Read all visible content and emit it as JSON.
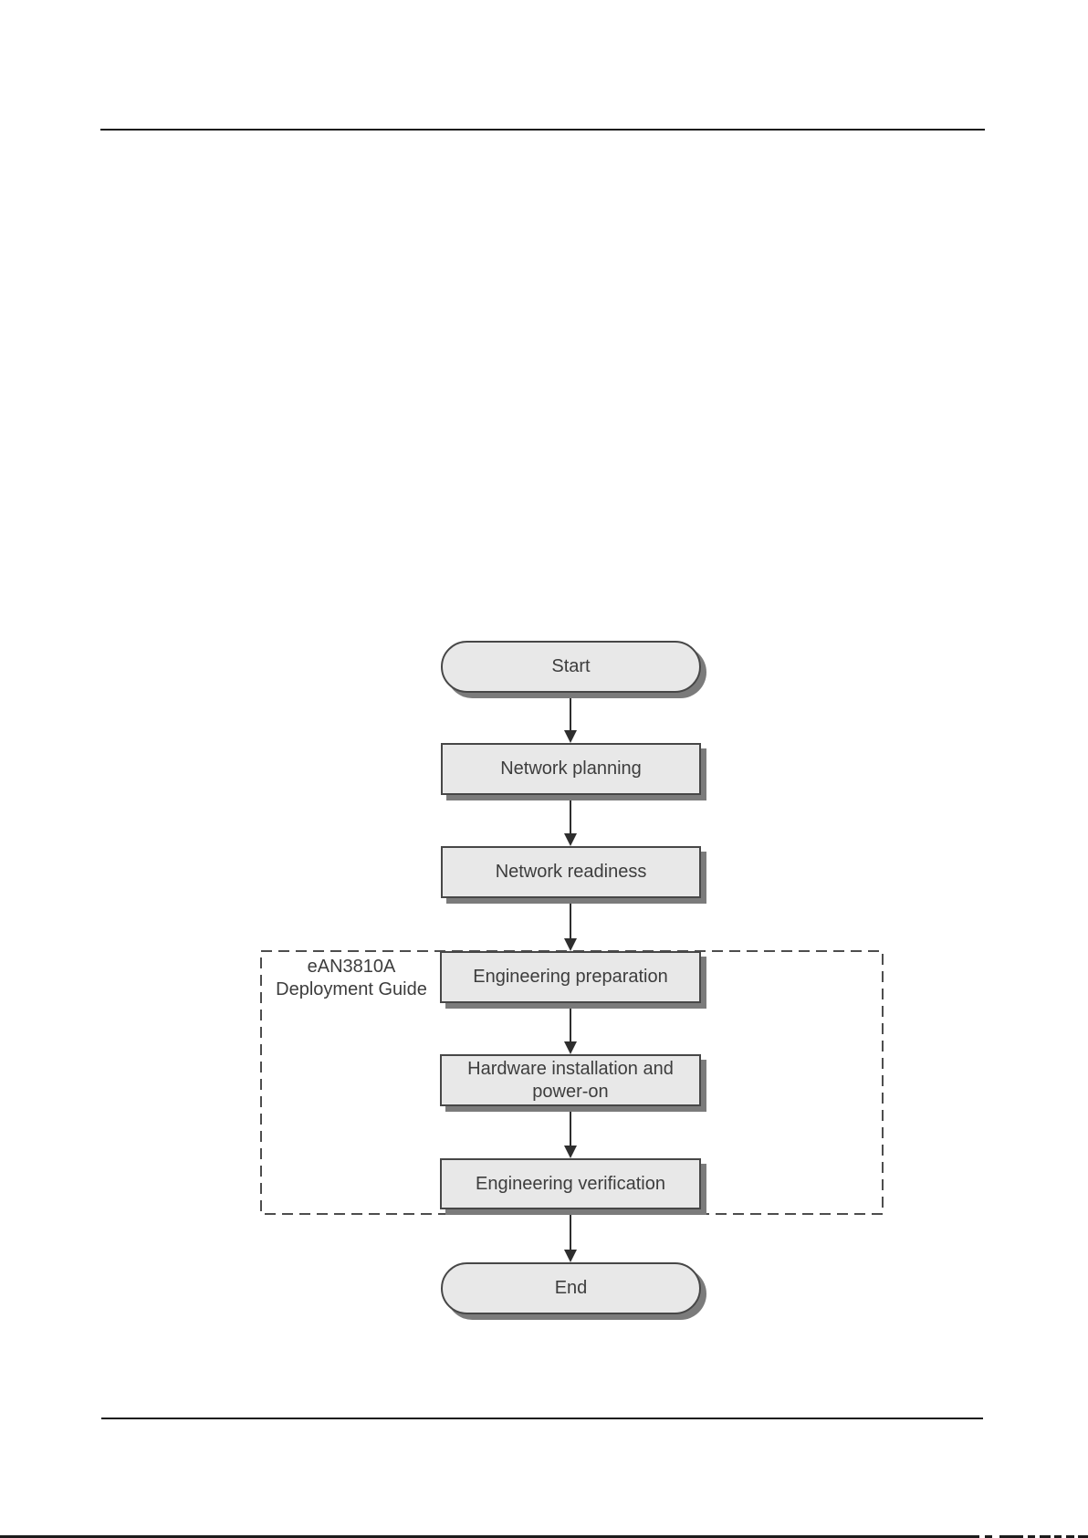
{
  "flowchart": {
    "nodes": [
      {
        "id": "start",
        "type": "terminator",
        "label": "Start"
      },
      {
        "id": "network-planning",
        "type": "process",
        "label": "Network planning"
      },
      {
        "id": "network-readiness",
        "type": "process",
        "label": "Network readiness"
      },
      {
        "id": "engineering-preparation",
        "type": "process",
        "label": "Engineering preparation"
      },
      {
        "id": "hardware-installation",
        "type": "process",
        "label_line1": "Hardware installation and",
        "label_line2": "power-on"
      },
      {
        "id": "engineering-verification",
        "type": "process",
        "label": "Engineering verification"
      },
      {
        "id": "end",
        "type": "terminator",
        "label": "End"
      }
    ],
    "group_label": {
      "line1": "eAN3810A",
      "line2": "Deployment Guide"
    }
  },
  "colors": {
    "node_fill": "#e8e8e8",
    "node_border": "#474747",
    "node_shadow": "#7b7b7b",
    "text": "#3d3d3d",
    "dashed_border": "#4d4d4d",
    "rule": "#1a1a1a",
    "arrow": "#2e2e2e"
  }
}
